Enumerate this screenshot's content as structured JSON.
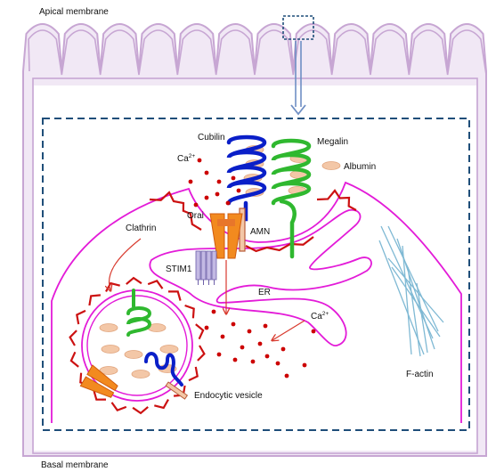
{
  "labels": {
    "apical_membrane": "Apical membrane",
    "basal_membrane": "Basal membrane",
    "cubilin": "Cubilin",
    "megalin": "Megalin",
    "albumin": "Albumin",
    "ca_upper": "Ca",
    "ca_upper_sup": "2+",
    "orai": "Orai",
    "clathrin": "Clathrin",
    "amn": "AMN",
    "stim1": "STIM1",
    "er": "ER",
    "ca_lower": "Ca",
    "ca_lower_sup": "2+",
    "f_actin": "F-actin",
    "endocytic_vesicle": "Endocytic vesicle"
  },
  "colors": {
    "membrane": "#c7a6d3",
    "membrane_fill": "#f1e8f5",
    "cell_outline": "#1f4e79",
    "cytoplasm_membrane": "#e31bd8",
    "calcium": "#cc0000",
    "clathrin": "#cc1111",
    "cubilin": "#0a1fc8",
    "megalin": "#2fb82f",
    "albumin": "#f3c7a7",
    "orai": "#f28a1f",
    "stim1": "#9b8fc7",
    "f_actin": "#7fb9d4",
    "arrow": "#6f8fc4"
  }
}
